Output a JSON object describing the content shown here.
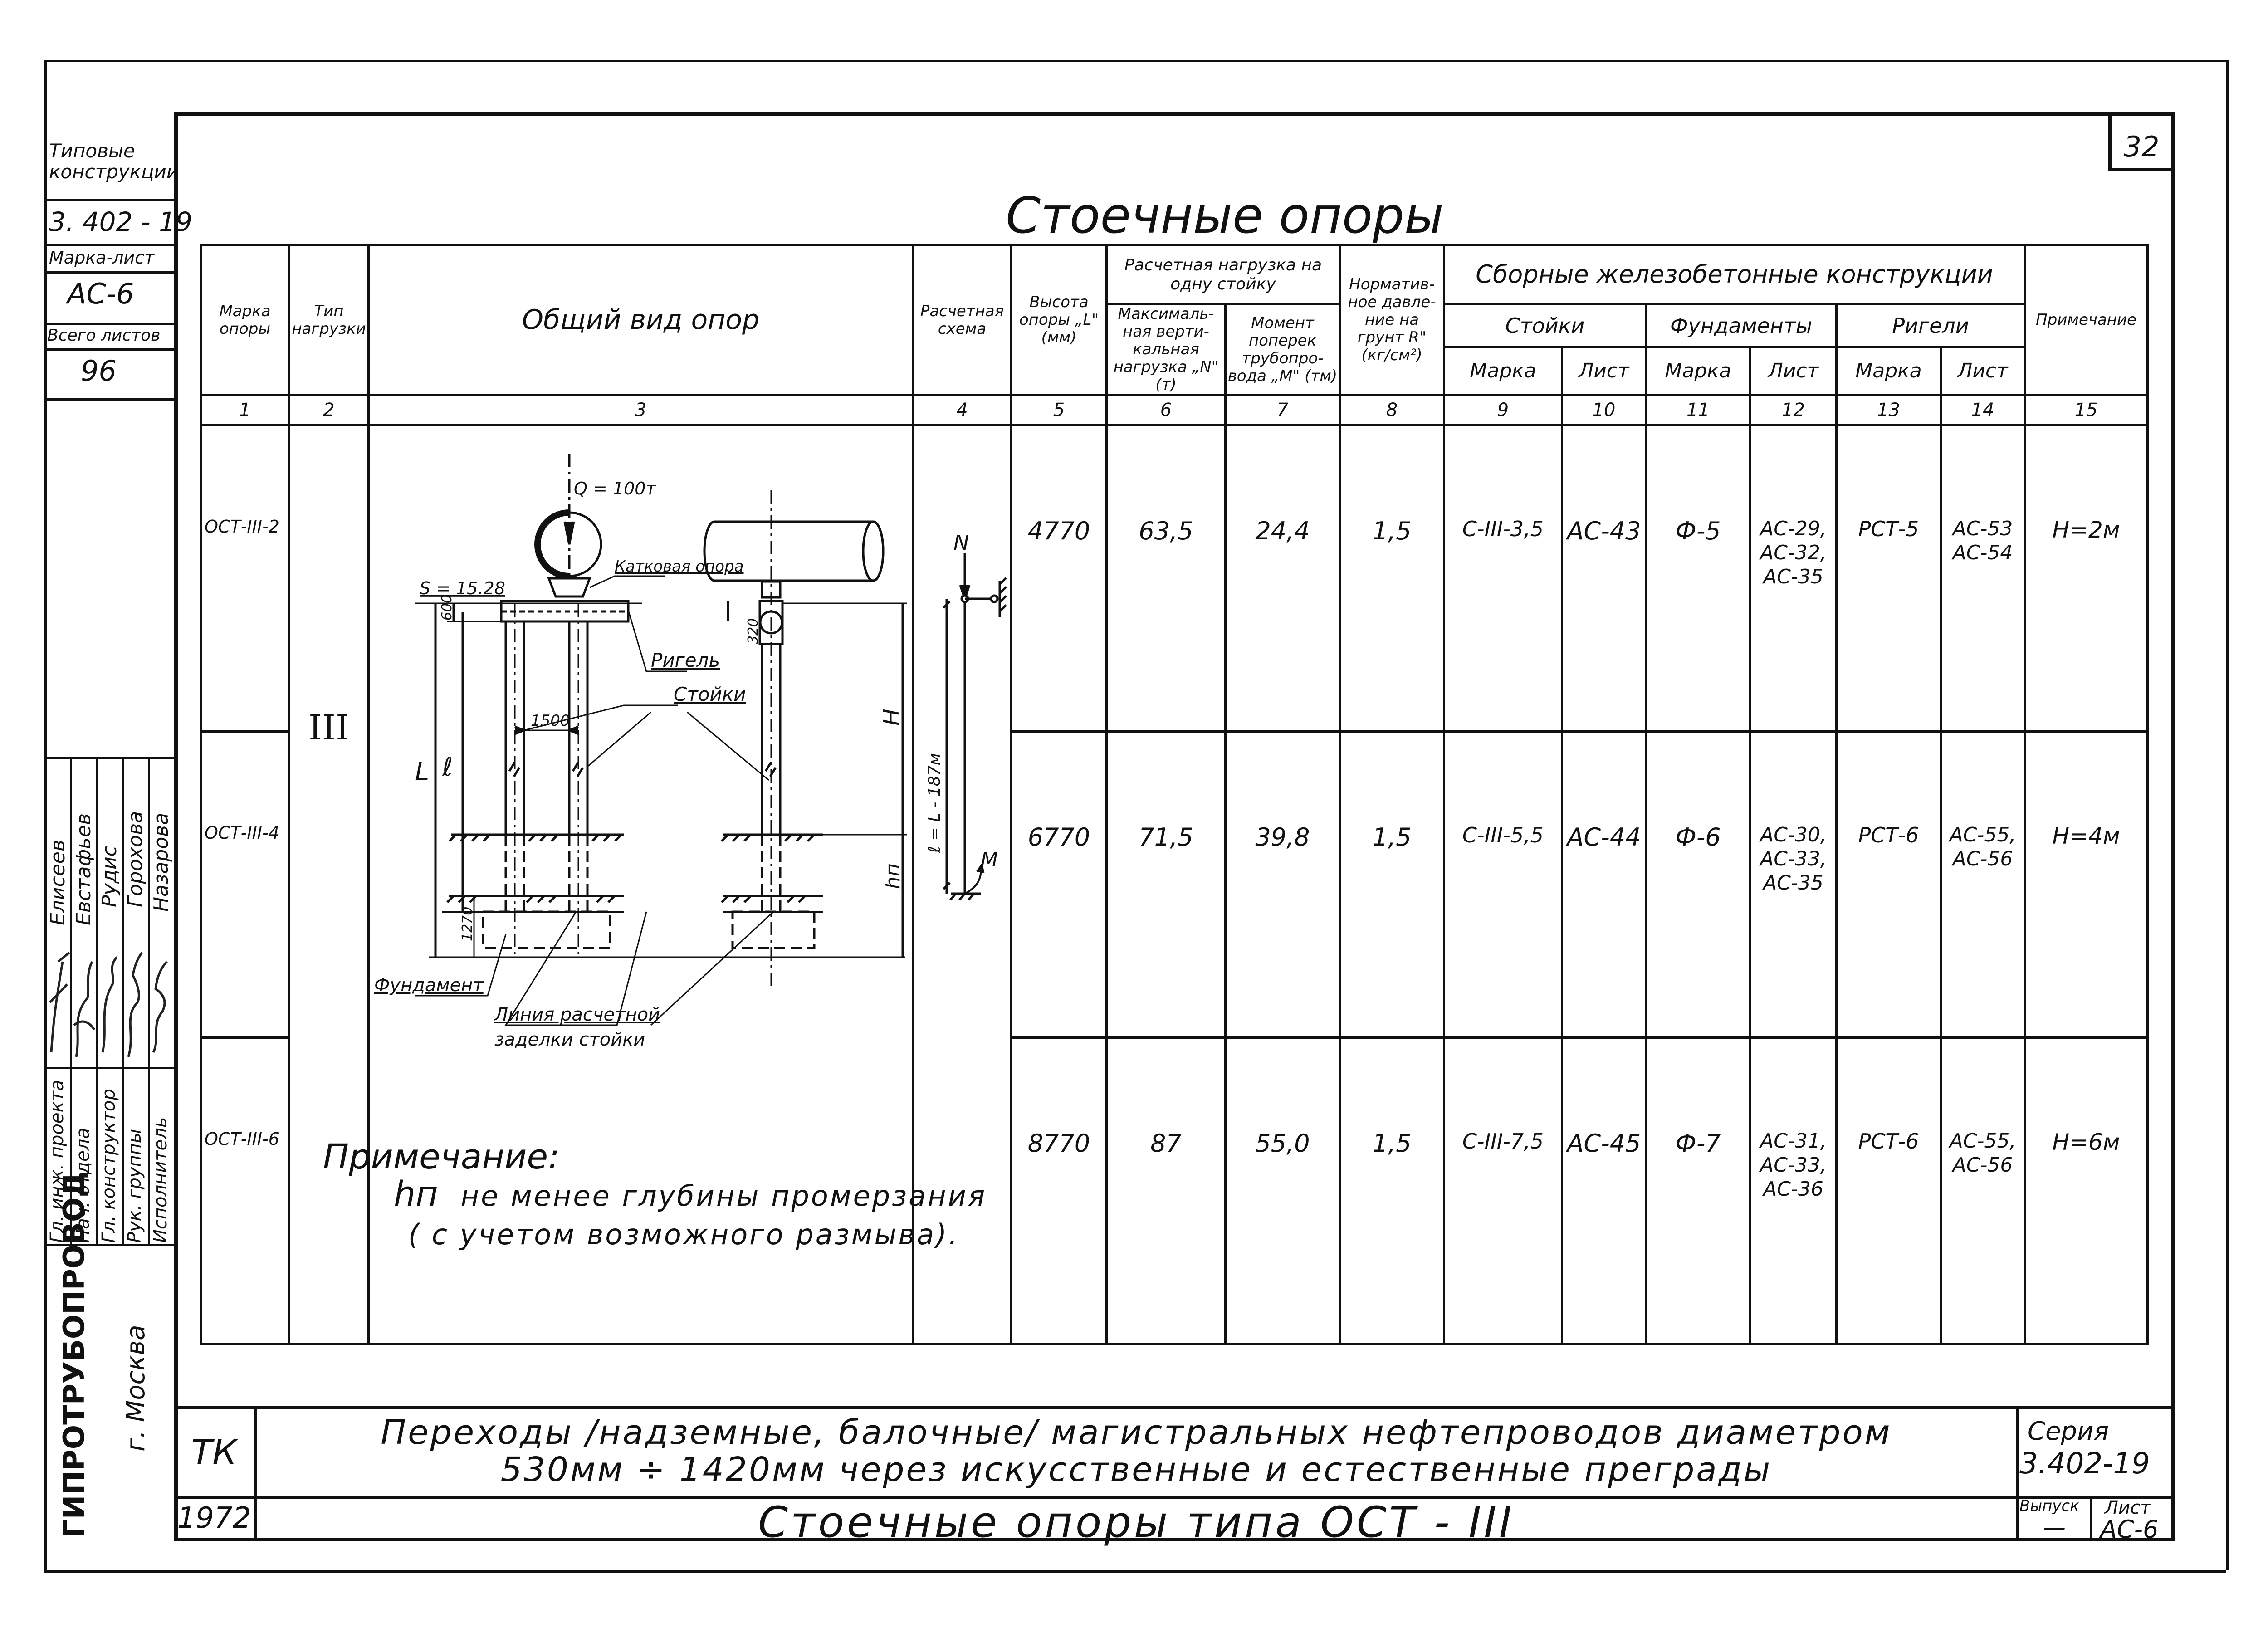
{
  "sheet_number": "32",
  "title": "Стоечные опоры",
  "left_block": {
    "typical_label": "Типовые конструкции",
    "series": "3. 402 - 19",
    "mark_sheet_label": "Марка-лист",
    "mark_sheet": "АС-6",
    "total_sheets_label": "Всего листов",
    "total_sheets": "96",
    "roles": [
      "Гл. инж. проекта",
      "Нач. отдела",
      "Гл. конструктор",
      "Рук. группы",
      "Исполнитель"
    ],
    "names": [
      "Елисеев",
      "Евстафьев",
      "Рудис",
      "Горохова",
      "Назарова"
    ],
    "org": "ГИПРОТРУБОПРОВОД",
    "city": "г. Москва"
  },
  "table": {
    "headers": {
      "mark": "Марка опоры",
      "load_type": "Тип нагрузки",
      "general_view": "Общий вид опор",
      "calc_scheme": "Расчетная схема",
      "height": "Высота опоры „L\" (мм)",
      "design_load": "Расчетная нагрузка на одну стойку",
      "max_vertical": "Максималь-ная верти-кальная нагрузка „N\" (т)",
      "moment": "Момент поперек трубопро-вода „M\" (тм)",
      "soil_pressure": "Норматив-ное давле-ние на грунт R\" (кг/см²)",
      "precast": "Сборные железобетонные конструкции",
      "posts": "Стойки",
      "foundations": "Фундаменты",
      "crossbars": "Ригели",
      "mark_sub": "Марка",
      "sheet_sub": "Лист",
      "note": "Примечание"
    },
    "column_numbers": [
      "1",
      "2",
      "3",
      "4",
      "5",
      "6",
      "7",
      "8",
      "9",
      "10",
      "11",
      "12",
      "13",
      "14",
      "15"
    ],
    "load_type_value": "III",
    "rows": [
      {
        "mark": "ОСТ-III-2",
        "height": "4770",
        "n": "63,5",
        "m": "24,4",
        "r": "1,5",
        "post_mark": "С-III-3,5",
        "post_sheet": "АС-43",
        "found_mark": "Ф-5",
        "found_sheets": [
          "АС-29,",
          "АС-32,",
          "АС-35"
        ],
        "bar_mark": "РСТ-5",
        "bar_sheets": [
          "АС-53",
          "АС-54"
        ],
        "note": "Н=2м"
      },
      {
        "mark": "ОСТ-III-4",
        "height": "6770",
        "n": "71,5",
        "m": "39,8",
        "r": "1,5",
        "post_mark": "С-III-5,5",
        "post_sheet": "АС-44",
        "found_mark": "Ф-6",
        "found_sheets": [
          "АС-30,",
          "АС-33,",
          "АС-35"
        ],
        "bar_mark": "РСТ-6",
        "bar_sheets": [
          "АС-55,",
          "АС-56"
        ],
        "note": "Н=4м"
      },
      {
        "mark": "ОСТ-III-6",
        "height": "8770",
        "n": "87",
        "m": "55,0",
        "r": "1,5",
        "post_mark": "С-III-7,5",
        "post_sheet": "АС-45",
        "found_mark": "Ф-7",
        "found_sheets": [
          "АС-31,",
          "АС-33,",
          "АС-36"
        ],
        "bar_mark": "РСТ-6",
        "bar_sheets": [
          "АС-55,",
          "АС-56"
        ],
        "note": "Н=6м"
      }
    ]
  },
  "figure": {
    "q_label": "Q = 100т",
    "s_label": "S = 15.28",
    "roller_label": "Катковая опора",
    "crossbar_label": "Ригель",
    "posts_label": "Стойки",
    "foundation_label": "Фундамент",
    "calc_line_label": "Линия расчетной заделки стойки",
    "dim_600": "600",
    "dim_320": "320",
    "dim_1500": "1500",
    "dim_1270": "1270",
    "dim_L": "L",
    "dim_l": "ℓ",
    "dim_H": "H",
    "dim_hn": "hп",
    "scheme_N": "N",
    "scheme_M": "M",
    "scheme_l": "ℓ = L - 187м"
  },
  "note": {
    "heading": "Примечание:",
    "line1_sym": "hп",
    "line1": "не менее глубины промерзания",
    "line2": "( с учетом возможного размыва)."
  },
  "stamp": {
    "tk": "ТК",
    "year": "1972",
    "title_line1": "Переходы /надземные, балочные/ магистральных нефтепроводов диаметром",
    "title_line2": "530мм ÷ 1420мм через искусственные и естественные преграды",
    "sheet_title": "Стоечные опоры типа ОСТ - III",
    "series_label": "Серия",
    "series": "3.402-19",
    "issue_label": "Выпуск",
    "issue": "—",
    "sheet_label": "Лист",
    "sheet": "АС-6"
  }
}
